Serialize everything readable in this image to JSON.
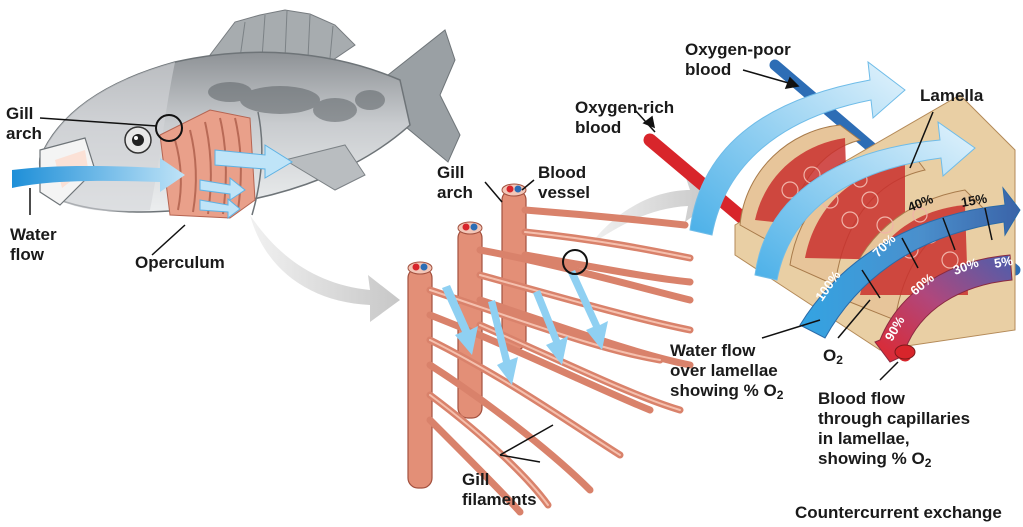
{
  "labels": {
    "gill_arch_fish": [
      "Gill",
      "arch"
    ],
    "water_flow": [
      "Water",
      "flow"
    ],
    "operculum": "Operculum",
    "gill_arch_mid": [
      "Gill",
      "arch"
    ],
    "blood_vessel": [
      "Blood",
      "vessel"
    ],
    "gill_filaments": [
      "Gill",
      "filaments"
    ],
    "oxygen_poor": [
      "Oxygen-poor",
      "blood"
    ],
    "oxygen_rich": [
      "Oxygen-rich",
      "blood"
    ],
    "lamella": "Lamella",
    "water_over_lamellae": [
      "Water flow",
      "over lamellae",
      "showing % O"
    ],
    "o2_symbol": "O",
    "o2_sub": "2",
    "blood_capillaries": [
      "Blood flow",
      "through capillaries",
      "in lamellae,",
      "showing % O"
    ],
    "caption": "Countercurrent exchange"
  },
  "water_percentages": [
    "100%",
    "70%",
    "40%",
    "15%"
  ],
  "blood_percentages": [
    "90%",
    "60%",
    "30%",
    "5%"
  ],
  "colors": {
    "water": "#3aa3df",
    "water_light": "#cfe9f8",
    "oxygen_rich": "#d8252b",
    "oxygen_poor": "#2d6db5",
    "gill_tissue": "#e69a82",
    "lamella_base": "#eed5ad",
    "fish_body": "#b8bcbf"
  }
}
